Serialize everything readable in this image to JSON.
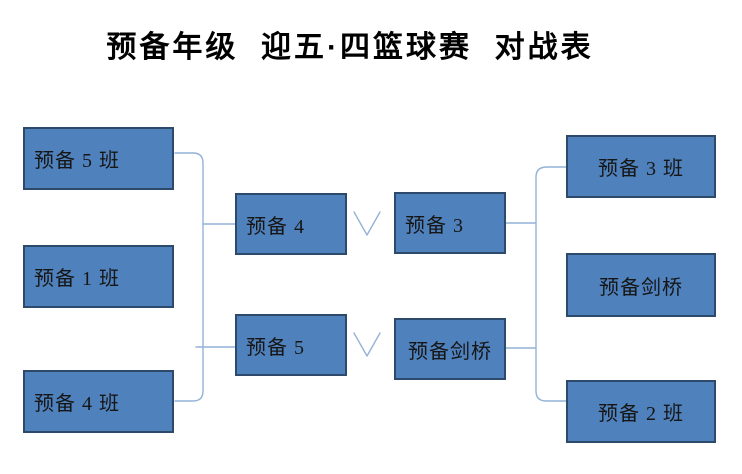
{
  "title": "预备年级  迎五·四篮球赛  对战表",
  "colors": {
    "box_fill": "#4f81bd",
    "box_border": "#2e4a6b",
    "connector_line": "#94b2d8",
    "text": "#161616",
    "background": "#ffffff"
  },
  "bracket": {
    "round1_left": [
      "预备 5 班",
      "预备 1 班",
      "预备 4 班"
    ],
    "semifinal_left": [
      "预备 4",
      "预备 5"
    ],
    "semifinal_right": [
      "预备 3",
      "预备剑桥"
    ],
    "round1_right": [
      "预备 3 班",
      "预备剑桥",
      "预备 2 班"
    ],
    "versus_marks": [
      "v-chevron-top",
      "v-chevron-bottom"
    ]
  }
}
